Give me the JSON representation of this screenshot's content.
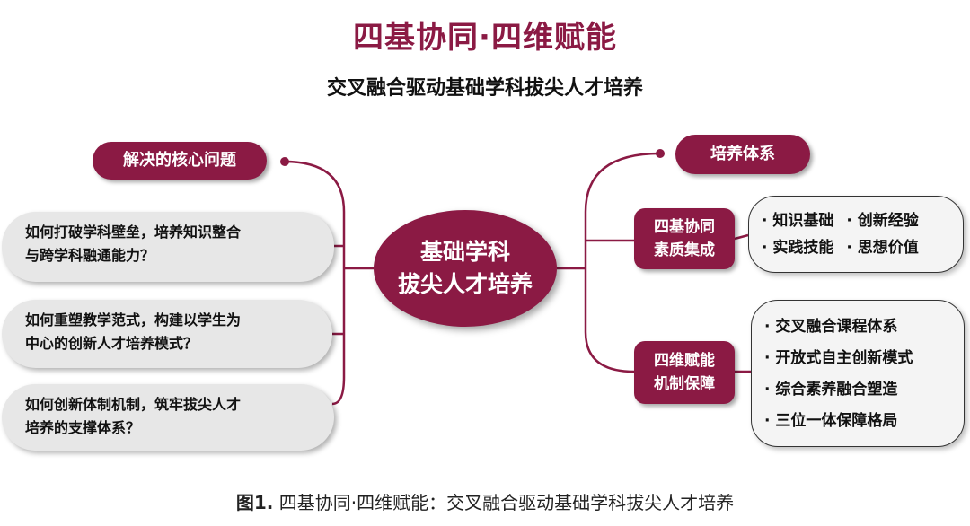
{
  "title": "四基协同·四维赋能",
  "subtitle": "交叉融合驱动基础学科拔尖人才培养",
  "left_heading": "解决的核心问题",
  "questions": [
    {
      "line1": "如何打破学科壁垒，培养知识整合",
      "line2": "与跨学科融通能力？"
    },
    {
      "line1": "如何重塑教学范式，构建以学生为",
      "line2": "中心的创新人才培养模式？"
    },
    {
      "line1": "如何创新体制机制，筑牢拔尖人才",
      "line2": "培养的支撑体系？"
    }
  ],
  "center": {
    "line1": "基础学科",
    "line2": "拔尖人才培养"
  },
  "right_heading": "培养体系",
  "branches": [
    {
      "line1": "四基协同",
      "line2": "素质集成",
      "items": [
        "知识基础",
        "创新经验",
        "实践技能",
        "思想价值"
      ]
    },
    {
      "line1": "四维赋能",
      "line2": "机制保障",
      "items": [
        "交叉融合课程体系",
        "开放式自主创新模式",
        "综合素养融合塑造",
        "三位一体保障格局"
      ]
    }
  ],
  "caption": {
    "label": "图1.",
    "text": " 四基协同·四维赋能：交叉融合驱动基础学科拔尖人才培养"
  },
  "colors": {
    "primary": "#8b1a44",
    "question_fill": "#e7e7e7",
    "detail_fill": "#f4f4f4"
  }
}
